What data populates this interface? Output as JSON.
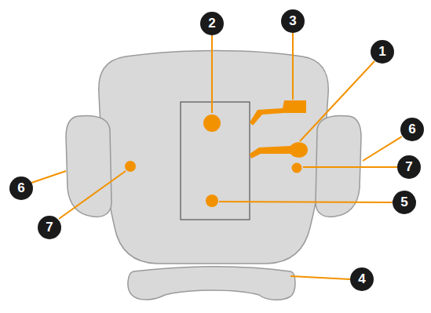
{
  "diagram": {
    "labels": [
      "2",
      "3",
      "1",
      "6",
      "7",
      "6",
      "5",
      "7",
      "4"
    ]
  }
}
